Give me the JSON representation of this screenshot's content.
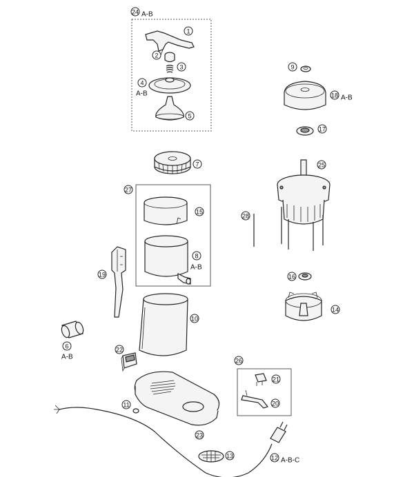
{
  "callouts": [
    {
      "id": "c1",
      "num": "1",
      "suffix": ""
    },
    {
      "id": "c2",
      "num": "2",
      "suffix": ""
    },
    {
      "id": "c3",
      "num": "3",
      "suffix": ""
    },
    {
      "id": "c4",
      "num": "4",
      "suffix": "A-B"
    },
    {
      "id": "c5",
      "num": "5",
      "suffix": ""
    },
    {
      "id": "c6",
      "num": "6",
      "suffix": "A-B"
    },
    {
      "id": "c7",
      "num": "7",
      "suffix": ""
    },
    {
      "id": "c8",
      "num": "8",
      "suffix": "A-B"
    },
    {
      "id": "c9",
      "num": "9",
      "suffix": ""
    },
    {
      "id": "c10",
      "num": "10",
      "suffix": ""
    },
    {
      "id": "c11",
      "num": "11",
      "suffix": ""
    },
    {
      "id": "c12",
      "num": "12",
      "suffix": "A-B-C"
    },
    {
      "id": "c13",
      "num": "13",
      "suffix": ""
    },
    {
      "id": "c14",
      "num": "14",
      "suffix": ""
    },
    {
      "id": "c15",
      "num": "15",
      "suffix": ""
    },
    {
      "id": "c16",
      "num": "16",
      "suffix": ""
    },
    {
      "id": "c17",
      "num": "17",
      "suffix": ""
    },
    {
      "id": "c18",
      "num": "18",
      "suffix": "A-B"
    },
    {
      "id": "c19",
      "num": "19",
      "suffix": ""
    },
    {
      "id": "c20",
      "num": "20",
      "suffix": ""
    },
    {
      "id": "c21",
      "num": "21",
      "suffix": ""
    },
    {
      "id": "c22",
      "num": "22",
      "suffix": ""
    },
    {
      "id": "c23",
      "num": "23",
      "suffix": ""
    },
    {
      "id": "c24",
      "num": "24",
      "suffix": "A-B"
    },
    {
      "id": "c25",
      "num": "25",
      "suffix": ""
    },
    {
      "id": "c26",
      "num": "26",
      "suffix": ""
    },
    {
      "id": "c27",
      "num": "27",
      "suffix": ""
    },
    {
      "id": "c28",
      "num": "28",
      "suffix": ""
    }
  ]
}
